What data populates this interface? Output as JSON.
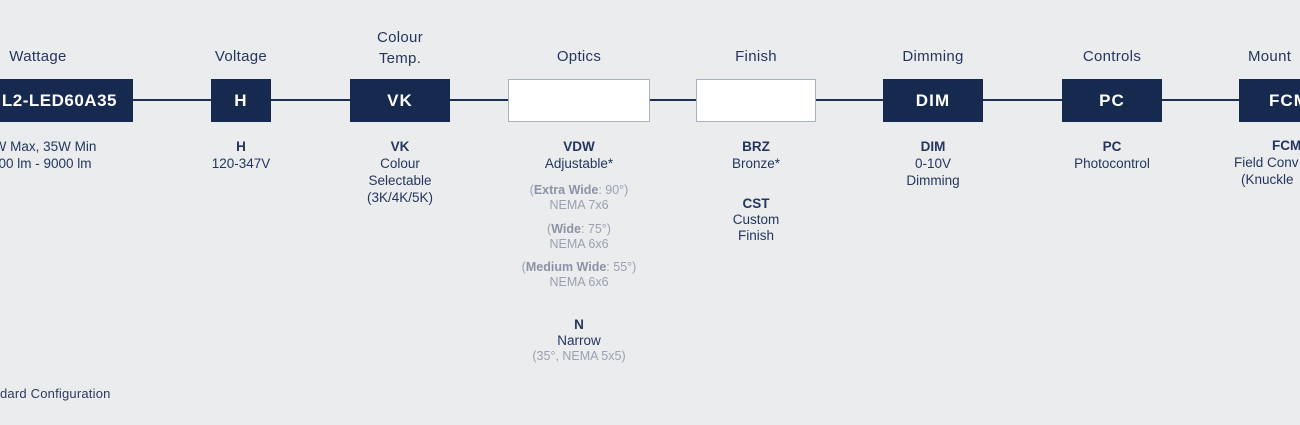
{
  "colors": {
    "background": "#ebeced",
    "navy_box": "#16294e",
    "navy_text": "#24365f",
    "gray_text": "#9aa1b1",
    "white_box_border": "#a9b2c4",
    "connector_line": "#1e2f55"
  },
  "columns": {
    "wattage": {
      "header": "Wattage",
      "box_code": "L2-LED60A35",
      "line1": "W Max, 35W Min",
      "line2": "00 lm - 9000 lm"
    },
    "voltage": {
      "header": "Voltage",
      "box_code": "H",
      "code": "H",
      "desc": "120-347V"
    },
    "colour_temp": {
      "header_line1": "Colour",
      "header_line2": "Temp.",
      "box_code": "VK",
      "code": "VK",
      "line1": "Colour",
      "line2": "Selectable",
      "line3": "(3K/4K/5K)"
    },
    "optics": {
      "header": "Optics",
      "code": "VDW",
      "name": "Adjustable*",
      "beams": [
        {
          "open": "(",
          "label": "Extra Wide",
          "value": ": 90°)",
          "nema": "NEMA 7x6"
        },
        {
          "open": "(",
          "label": "Wide",
          "value": ": 75°)",
          "nema": "NEMA 6x6"
        },
        {
          "open": "(",
          "label": "Medium Wide",
          "value": ": 55°)",
          "nema": "NEMA 6x6"
        }
      ],
      "narrow_code": "N",
      "narrow_name": "Narrow",
      "narrow_detail": "(35°, NEMA 5x5)"
    },
    "finish": {
      "header": "Finish",
      "code1": "BRZ",
      "name1": "Bronze*",
      "code2": "CST",
      "name2_line1": "Custom",
      "name2_line2": "Finish"
    },
    "dimming": {
      "header": "Dimming",
      "box_code": "DIM",
      "code": "DIM",
      "line1": "0-10V",
      "line2": "Dimming"
    },
    "controls": {
      "header": "Controls",
      "box_code": "PC",
      "code": "PC",
      "desc": "Photocontrol"
    },
    "mount": {
      "header": "Mount",
      "box_code": "FCM",
      "code": "FCM",
      "line1": "Field Conv",
      "line2": "(Knuckle"
    }
  },
  "footer": {
    "text": "dard Configuration"
  }
}
